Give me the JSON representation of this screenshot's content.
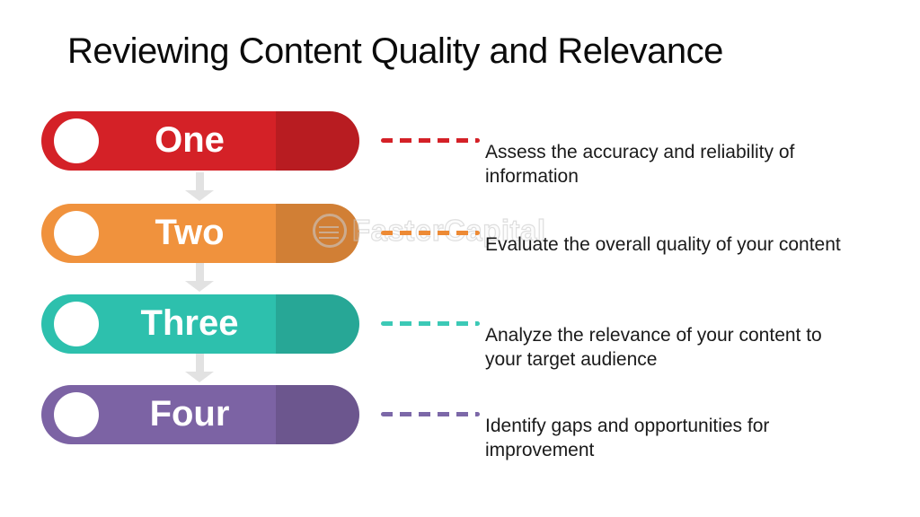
{
  "title": "Reviewing Content Quality and Relevance",
  "watermark": {
    "text": "FasterCapital"
  },
  "arrow_color": "#E2E2E2",
  "steps": [
    {
      "label": "One",
      "color": "#D42127",
      "dash_color": "#D42127",
      "lines": [
        "Assess the accuracy and reliability of",
        "information"
      ]
    },
    {
      "label": "Two",
      "color": "#F0923D",
      "dash_color": "#ED8A35",
      "lines": [
        "Evaluate the overall quality of your content"
      ]
    },
    {
      "label": "Three",
      "color": "#2DC0AD",
      "dash_color": "#3CC9B6",
      "lines": [
        "Analyze the relevance of your content to",
        "your target audience"
      ]
    },
    {
      "label": "Four",
      "color": "#7C63A4",
      "dash_color": "#7C68A8",
      "lines": [
        "Identify gaps and opportunities for",
        "improvement"
      ]
    }
  ]
}
